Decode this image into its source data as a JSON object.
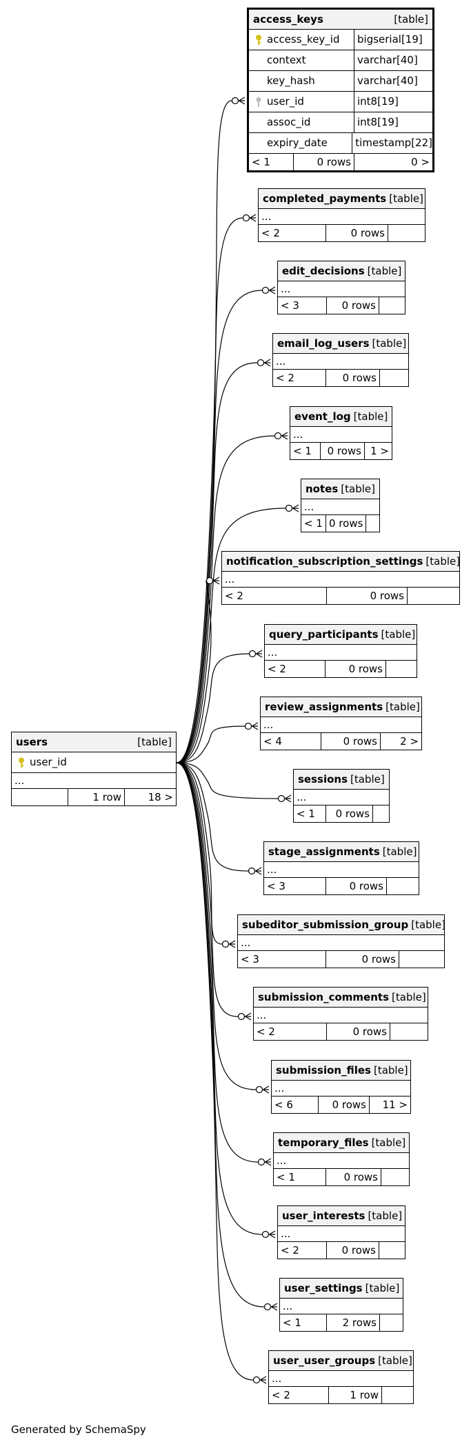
{
  "generated_by": "Generated by SchemaSpy",
  "colors": {
    "header_bg": "#f2f2f2",
    "primary_key_icon": "#d4c21a",
    "foreign_key_icon": "#bbbbbb",
    "line": "#000000"
  },
  "tables": {
    "access_keys": {
      "name": "access_keys",
      "type": "[table]",
      "columns": [
        {
          "name": "access_key_id",
          "type": "bigserial[19]",
          "icon": "primary-key-icon"
        },
        {
          "name": "context",
          "type": "varchar[40]"
        },
        {
          "name": "key_hash",
          "type": "varchar[40]"
        },
        {
          "name": "user_id",
          "type": "int8[19]",
          "icon": "foreign-key-icon"
        },
        {
          "name": "assoc_id",
          "type": "int8[19]"
        },
        {
          "name": "expiry_date",
          "type": "timestamp[22]"
        }
      ],
      "parents": "< 1",
      "rows": "0 rows",
      "children": "0 >"
    },
    "completed_payments": {
      "name": "completed_payments",
      "type": "[table]",
      "ellipsis": "...",
      "parents": "< 2",
      "rows": "0 rows",
      "children": ""
    },
    "edit_decisions": {
      "name": "edit_decisions",
      "type": "[table]",
      "ellipsis": "...",
      "parents": "< 3",
      "rows": "0 rows",
      "children": ""
    },
    "email_log_users": {
      "name": "email_log_users",
      "type": "[table]",
      "ellipsis": "...",
      "parents": "< 2",
      "rows": "0 rows",
      "children": ""
    },
    "event_log": {
      "name": "event_log",
      "type": "[table]",
      "ellipsis": "...",
      "parents": "< 1",
      "rows": "0 rows",
      "children": "1 >"
    },
    "notes": {
      "name": "notes",
      "type": "[table]",
      "ellipsis": "...",
      "parents": "< 1",
      "rows": "0 rows",
      "children": ""
    },
    "notification_subscription_settings": {
      "name": "notification_subscription_settings",
      "type": "[table]",
      "ellipsis": "...",
      "parents": "< 2",
      "rows": "0 rows",
      "children": ""
    },
    "query_participants": {
      "name": "query_participants",
      "type": "[table]",
      "ellipsis": "...",
      "parents": "< 2",
      "rows": "0 rows",
      "children": ""
    },
    "review_assignments": {
      "name": "review_assignments",
      "type": "[table]",
      "ellipsis": "...",
      "parents": "< 4",
      "rows": "0 rows",
      "children": "2 >"
    },
    "sessions": {
      "name": "sessions",
      "type": "[table]",
      "ellipsis": "...",
      "parents": "< 1",
      "rows": "0 rows",
      "children": ""
    },
    "stage_assignments": {
      "name": "stage_assignments",
      "type": "[table]",
      "ellipsis": "...",
      "parents": "< 3",
      "rows": "0 rows",
      "children": ""
    },
    "subeditor_submission_group": {
      "name": "subeditor_submission_group",
      "type": "[table]",
      "ellipsis": "...",
      "parents": "< 3",
      "rows": "0 rows",
      "children": ""
    },
    "submission_comments": {
      "name": "submission_comments",
      "type": "[table]",
      "ellipsis": "...",
      "parents": "< 2",
      "rows": "0 rows",
      "children": ""
    },
    "submission_files": {
      "name": "submission_files",
      "type": "[table]",
      "ellipsis": "...",
      "parents": "< 6",
      "rows": "0 rows",
      "children": "11 >"
    },
    "temporary_files": {
      "name": "temporary_files",
      "type": "[table]",
      "ellipsis": "...",
      "parents": "< 1",
      "rows": "0 rows",
      "children": ""
    },
    "user_interests": {
      "name": "user_interests",
      "type": "[table]",
      "ellipsis": "...",
      "parents": "< 2",
      "rows": "0 rows",
      "children": ""
    },
    "user_settings": {
      "name": "user_settings",
      "type": "[table]",
      "ellipsis": "...",
      "parents": "< 1",
      "rows": "2 rows",
      "children": ""
    },
    "user_user_groups": {
      "name": "user_user_groups",
      "type": "[table]",
      "ellipsis": "...",
      "parents": "< 2",
      "rows": "1 row",
      "children": ""
    },
    "users": {
      "name": "users",
      "type": "[table]",
      "columns": [
        {
          "name": "user_id",
          "type": "",
          "icon": "primary-key-icon"
        }
      ],
      "ellipsis": "...",
      "parents": "",
      "rows": "1 row",
      "children": "18 >"
    }
  }
}
